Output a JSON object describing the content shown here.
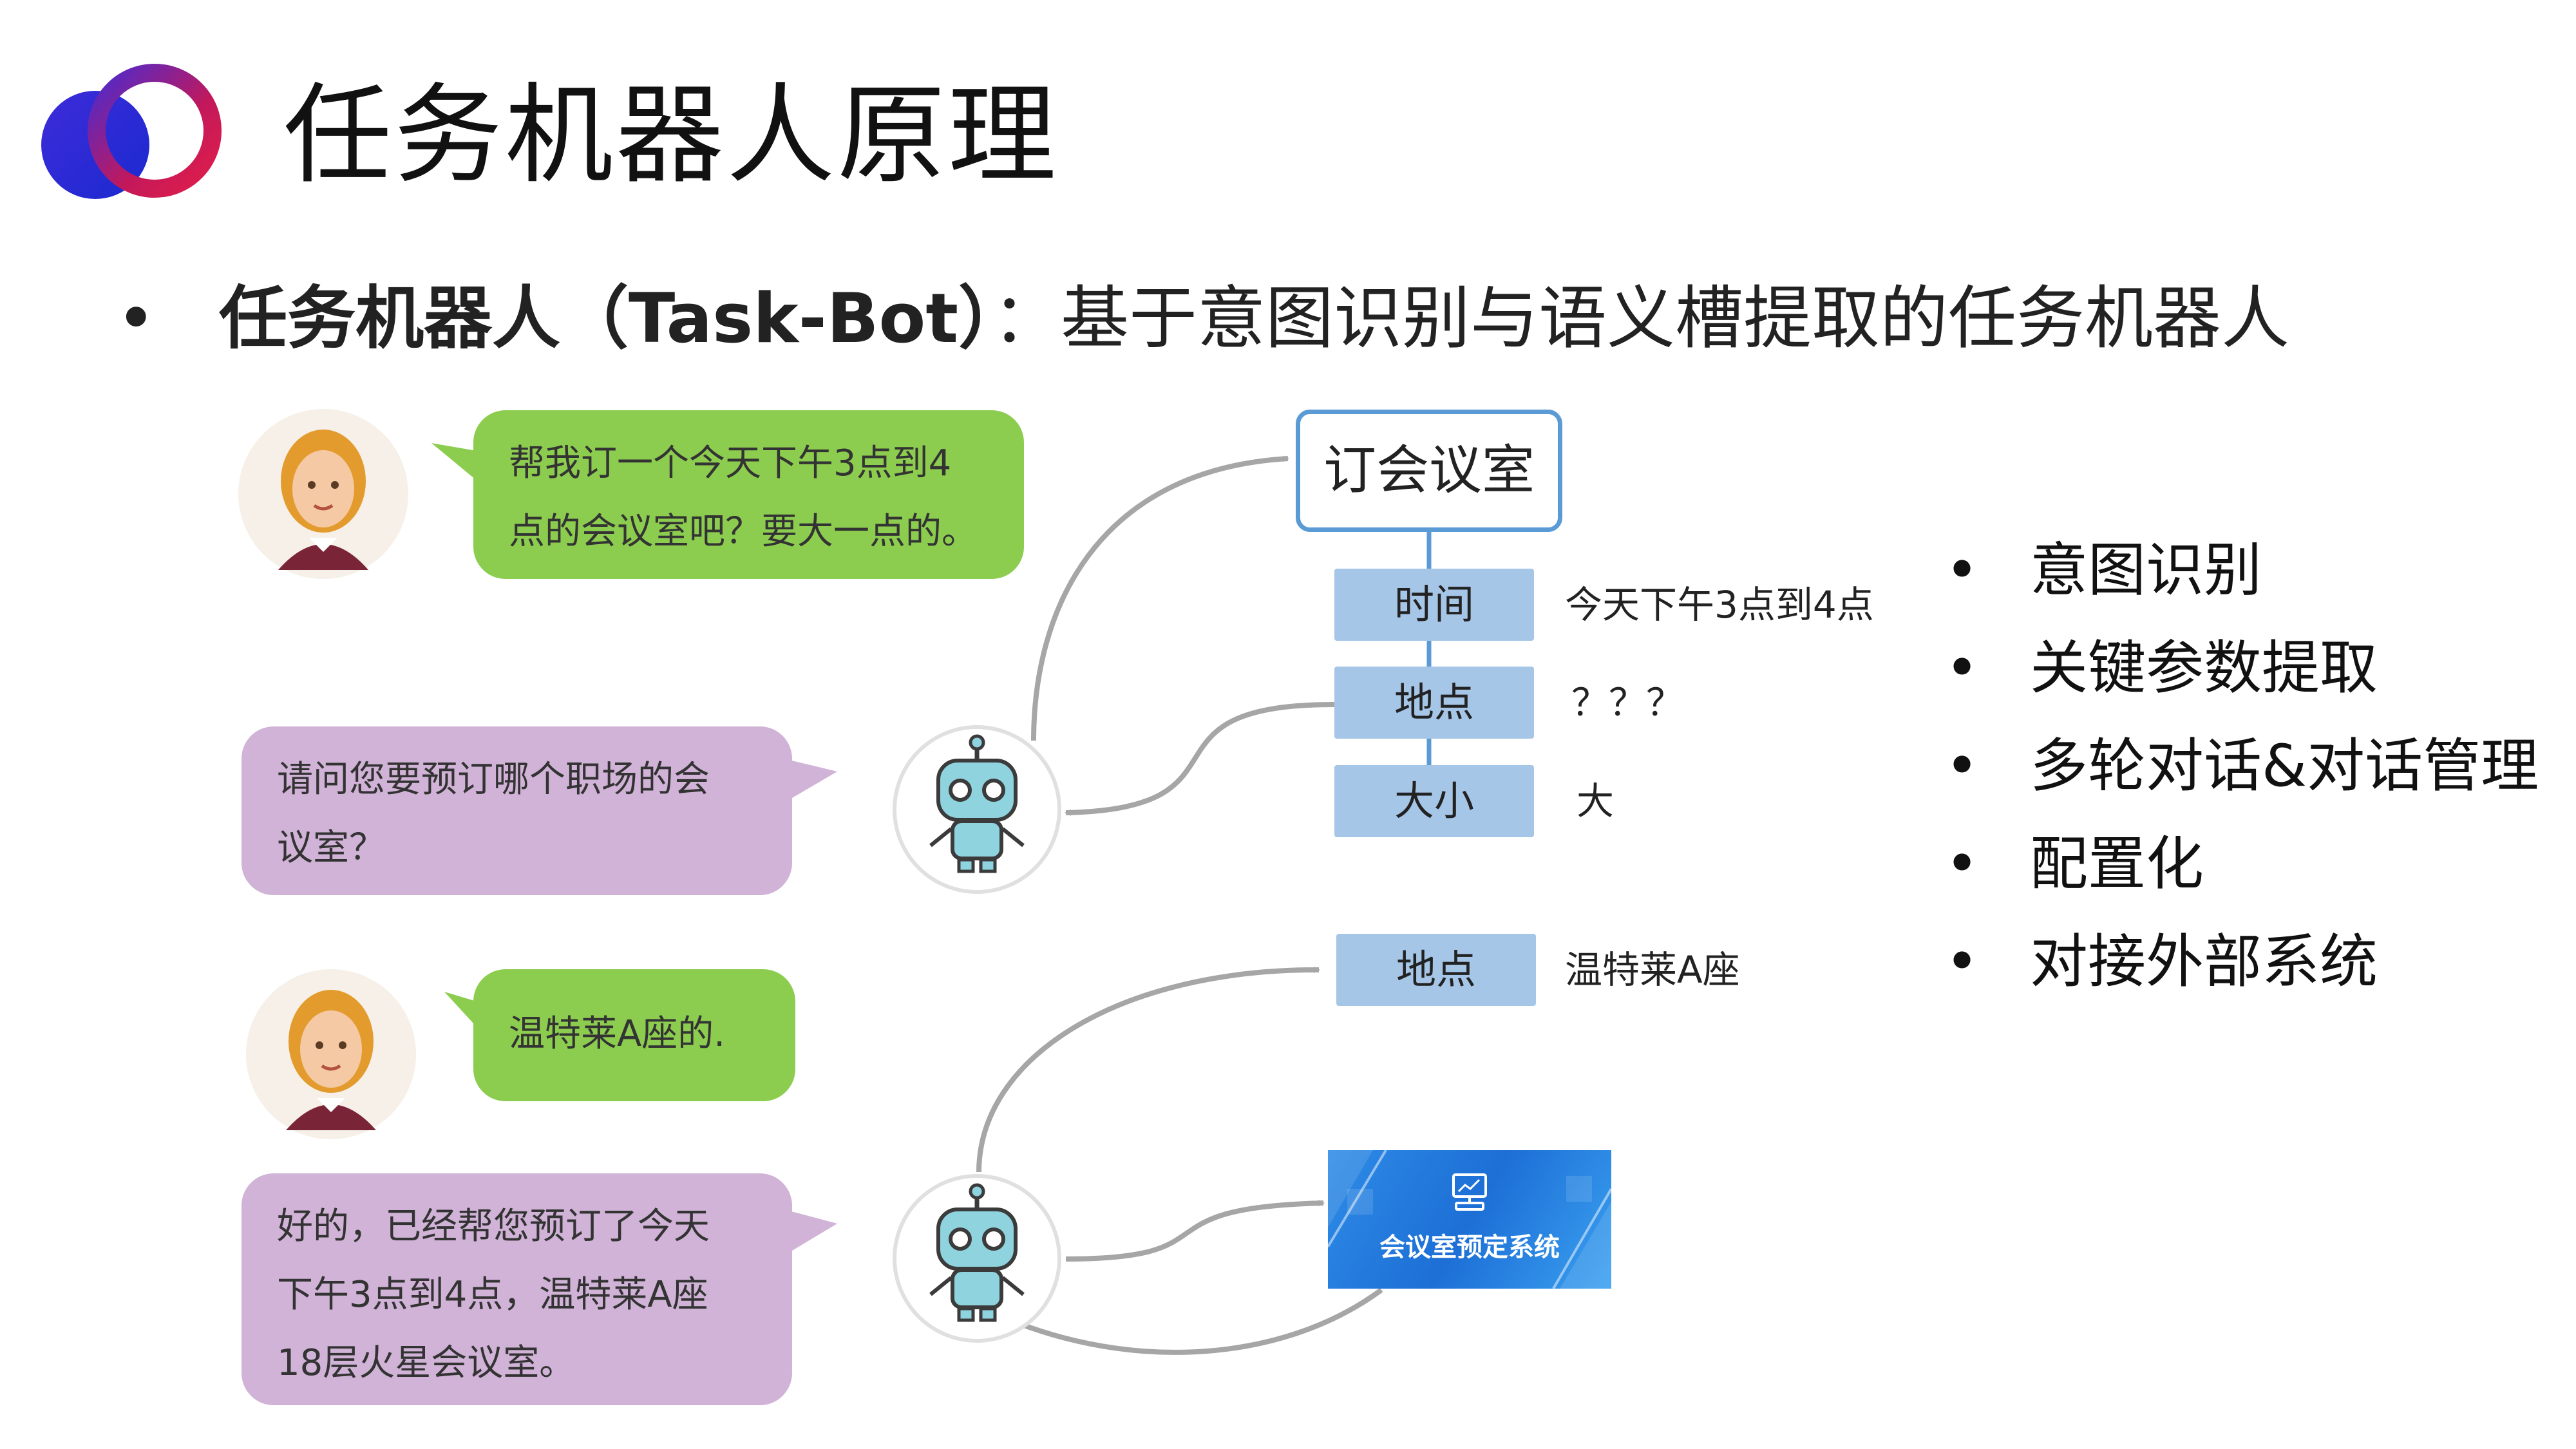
{
  "title": "任务机器人原理",
  "subtitle": {
    "bullet": "•",
    "bold_part": "任务机器人（Task-Bot）",
    "rest_part": "：基于意图识别与语义槽提取的任务机器人"
  },
  "dialog": {
    "user_msg_1_line1": "帮我订一个今天下午3点到4",
    "user_msg_1_line2": "点的会议室吧？要大一点的。",
    "bot_msg_1_line1": "请问您要预订哪个职场的会",
    "bot_msg_1_line2": "议室？",
    "user_msg_2": "温特莱A座的.",
    "bot_msg_2_line1": "好的，已经帮您预订了今天",
    "bot_msg_2_line2": "下午3点到4点，温特莱A座",
    "bot_msg_2_line3": "18层火星会议室。"
  },
  "intent": {
    "label": "订会议室",
    "slots": [
      {
        "name": "时间",
        "value": "今天下午3点到4点"
      },
      {
        "name": "地点",
        "value": "？？？"
      },
      {
        "name": "大小",
        "value": "大"
      }
    ],
    "filled_slot": {
      "name": "地点",
      "value": "温特莱A座"
    }
  },
  "system": {
    "label": "会议室预定系统"
  },
  "features": [
    "意图识别",
    "关键参数提取",
    "多轮对话&对话管理",
    "配置化",
    "对接外部系统"
  ],
  "colors": {
    "user_bubble": "#8ccd4f",
    "bot_bubble": "#d0b3d7",
    "slot_fill": "#a6c6e8",
    "intent_border": "#5b9bd5",
    "system_fill": "#1d6fd6",
    "arrow": "#a6a6a6"
  }
}
